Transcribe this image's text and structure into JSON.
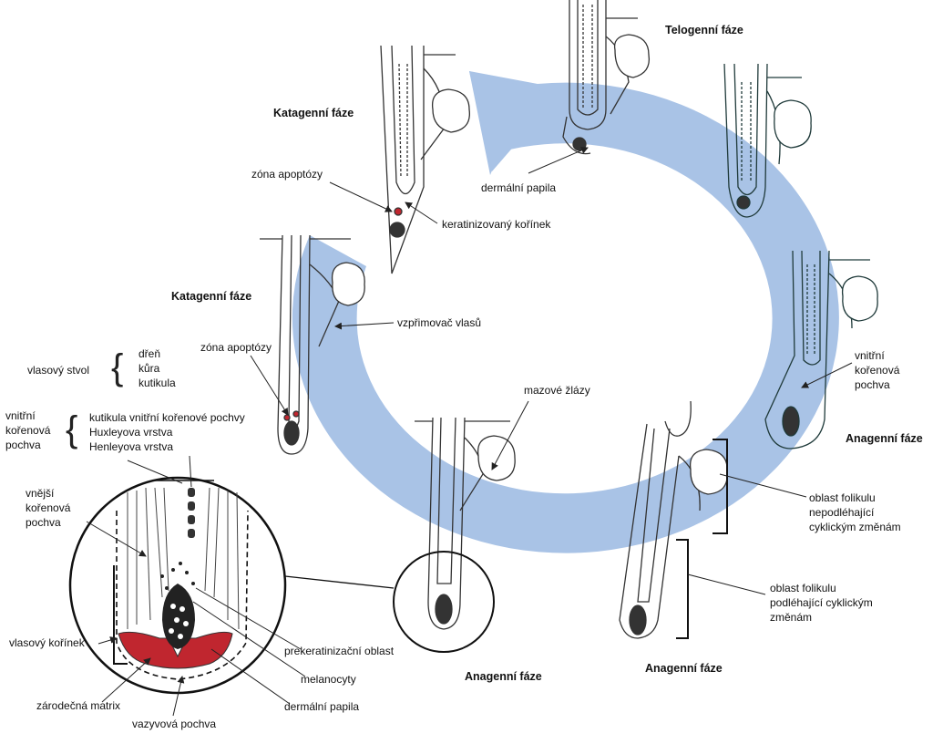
{
  "phases": {
    "telogen": "Telogenní fáze",
    "katagen_top": "Katagenní fáze",
    "katagen_mid": "Katagenní fáze",
    "anagen_right": "Anagenní fáze",
    "anagen_bottom_center": "Anagenní fáze",
    "anagen_bottom_right": "Anagenní fáze"
  },
  "labels": {
    "apoptosis_zone_top": "zóna apoptózy",
    "apoptosis_zone_mid": "zóna apoptózy",
    "dermal_papilla_top": "dermální papila",
    "keratinized_root": "keratinizovaný kořínek",
    "arrector_pili": "vzpřimovač vlasů",
    "sebaceous_glands": "mazové žlázy",
    "inner_root_sheath_right": [
      "vnitřní",
      "kořenová",
      "pochva"
    ],
    "hair_shaft_title": "vlasový stvol",
    "hair_shaft_parts": [
      "dřeň",
      "kůra",
      "kutikula"
    ],
    "inner_root_sheath_left": [
      "vnitřní",
      "kořenová",
      "pochva"
    ],
    "inner_root_sheath_parts": [
      "kutikula vnitřní kořenové pochvy",
      "Huxleyova vrstva",
      "Henleyova vrstva"
    ],
    "outer_root_sheath": [
      "vnější",
      "kořenová",
      "pochva"
    ],
    "hair_root": "vlasový kořínek",
    "germinal_matrix": "zárodečná matrix",
    "connective_sheath": "vazyvová pochva",
    "prekeratinization": "prekeratinizační oblast",
    "melanocytes": "melanocyty",
    "dermal_papilla_bottom": "dermální papila",
    "region_not_cyclic": [
      "oblast folikulu",
      "nepodléhající",
      "cyklickým změnám"
    ],
    "region_cyclic": [
      "oblast folikulu",
      "podléhající cyklickým",
      "změnám"
    ]
  },
  "colors": {
    "cycle_arrow": "#a9c3e6",
    "matrix_red": "#c0262f",
    "line": "#333333"
  }
}
